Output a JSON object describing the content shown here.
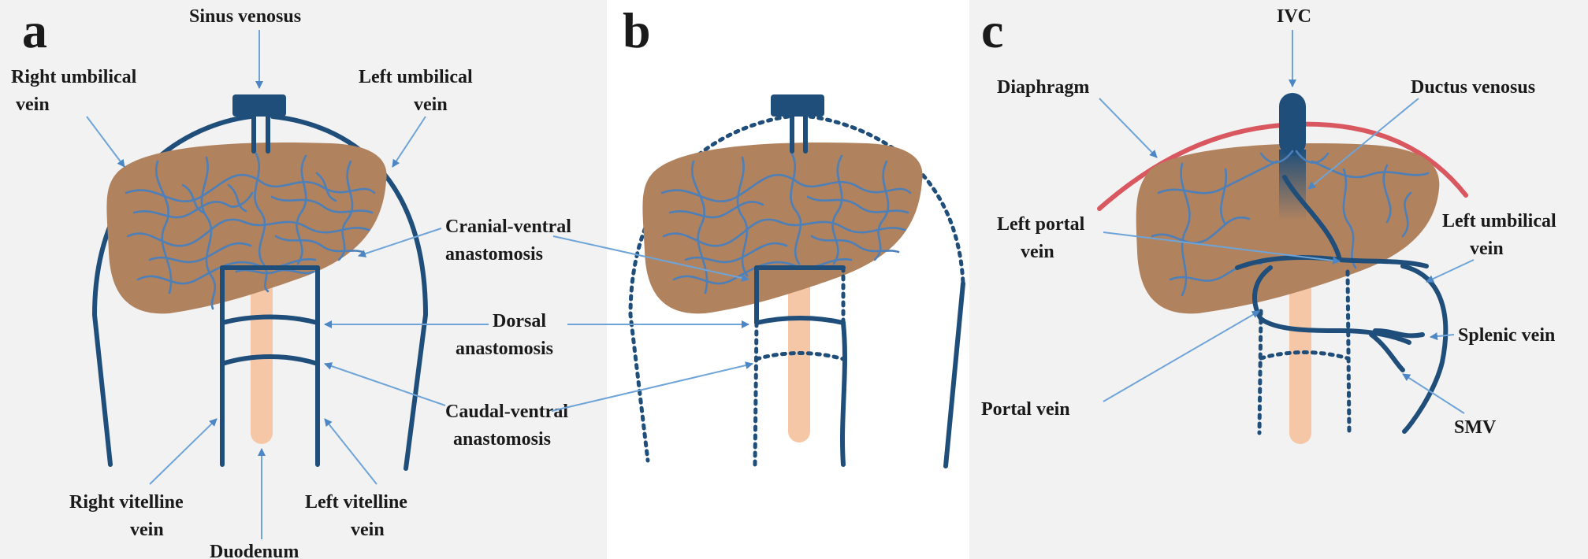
{
  "colors": {
    "panel_bg": "#f2f2f2",
    "liver": "#b0825e",
    "vein": "#1f4e7a",
    "capillary": "#4d7fb8",
    "arrow": "#6ea4d8",
    "duodenum": "#f5c7a6",
    "diaphragm": "#d9575f"
  },
  "panels": {
    "a": {
      "letter": "a",
      "sinus_venosus": "Sinus venosus",
      "right_umbilical_1": "Right umbilical",
      "right_umbilical_2": "vein",
      "left_umbilical_1": "Left umbilical",
      "left_umbilical_2": "vein",
      "right_vitelline_1": "Right vitelline",
      "right_vitelline_2": "vein",
      "left_vitelline_1": "Left vitelline",
      "left_vitelline_2": "vein",
      "duodenum": "Duodenum"
    },
    "b": {
      "letter": "b"
    },
    "shared": {
      "cranial_ventral_1": "Cranial-ventral",
      "cranial_ventral_2": "anastomosis",
      "dorsal_1": "Dorsal",
      "dorsal_2": "anastomosis",
      "caudal_ventral_1": "Caudal-ventral",
      "caudal_ventral_2": "anastomosis"
    },
    "c": {
      "letter": "c",
      "ivc": "IVC",
      "diaphragm": "Diaphragm",
      "ductus_venosus": "Ductus venosus",
      "left_portal_1": "Left portal",
      "left_portal_2": "vein",
      "left_umbilical_1": "Left umbilical",
      "left_umbilical_2": "vein",
      "splenic_vein": "Splenic vein",
      "portal_vein": "Portal vein",
      "smv": "SMV"
    }
  }
}
